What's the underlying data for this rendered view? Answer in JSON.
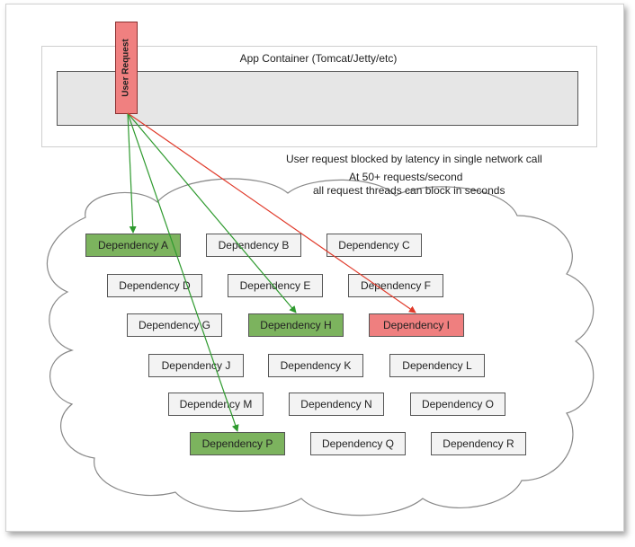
{
  "container": {
    "label": "App Container (Tomcat/Jetty/etc)",
    "bar_color": "#e6e6e6"
  },
  "user_request": {
    "label": "User Request",
    "color": "#f08080"
  },
  "notes": {
    "line1": "User request blocked by latency in single network call",
    "line2": "At 50+ requests/second",
    "line3": "all request threads can block in seconds"
  },
  "colors": {
    "healthy": "#7cb35e",
    "failing": "#ef7f7f",
    "neutral": "#f3f3f3",
    "arrow_ok": "#2e9a2e",
    "arrow_fail": "#e03a2a"
  },
  "dependencies": [
    {
      "label": "Dependency A",
      "status": "green"
    },
    {
      "label": "Dependency B",
      "status": "neutral"
    },
    {
      "label": "Dependency C",
      "status": "neutral"
    },
    {
      "label": "Dependency D",
      "status": "neutral"
    },
    {
      "label": "Dependency E",
      "status": "neutral"
    },
    {
      "label": "Dependency F",
      "status": "neutral"
    },
    {
      "label": "Dependency G",
      "status": "neutral"
    },
    {
      "label": "Dependency H",
      "status": "green"
    },
    {
      "label": "Dependency I",
      "status": "red"
    },
    {
      "label": "Dependency J",
      "status": "neutral"
    },
    {
      "label": "Dependency K",
      "status": "neutral"
    },
    {
      "label": "Dependency L",
      "status": "neutral"
    },
    {
      "label": "Dependency M",
      "status": "neutral"
    },
    {
      "label": "Dependency N",
      "status": "neutral"
    },
    {
      "label": "Dependency O",
      "status": "neutral"
    },
    {
      "label": "Dependency P",
      "status": "green"
    },
    {
      "label": "Dependency Q",
      "status": "neutral"
    },
    {
      "label": "Dependency R",
      "status": "neutral"
    }
  ]
}
